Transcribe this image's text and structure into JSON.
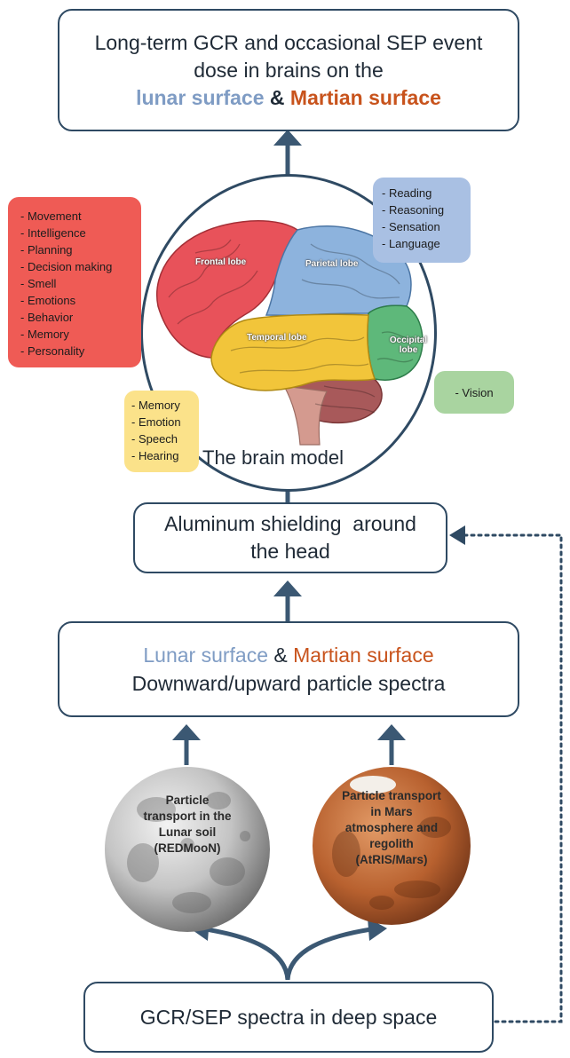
{
  "top_box": {
    "line1": "Long-term GCR and occasional SEP event",
    "line2": "dose in brains on the",
    "lunar": "lunar surface",
    "amp": "&",
    "mars": "Martian surface"
  },
  "brain": {
    "caption": "The brain model",
    "lobes": {
      "frontal": "Frontal lobe",
      "parietal": "Parietal lobe",
      "temporal": "Temporal lobe",
      "occipital": "Occipital lobe"
    }
  },
  "functions": {
    "frontal": [
      "- Movement",
      "- Intelligence",
      "- Planning",
      "- Decision making",
      "- Smell",
      "- Emotions",
      "- Behavior",
      "- Memory",
      "- Personality"
    ],
    "parietal": [
      "- Reading",
      "- Reasoning",
      "- Sensation",
      "- Language"
    ],
    "temporal": [
      "- Memory",
      "- Emotion",
      "- Speech",
      "- Hearing"
    ],
    "occipital": [
      "- Vision"
    ]
  },
  "shield_box": {
    "line1": "Aluminum shielding  around",
    "line2": "the head"
  },
  "surface_box": {
    "lunar": "Lunar surface",
    "amp": "&",
    "mars": "Martian surface",
    "line2": "Downward/upward particle spectra"
  },
  "moon": {
    "lines": [
      "Particle",
      "transport in the",
      "Lunar soil",
      "(REDMooN)"
    ]
  },
  "mars": {
    "lines": [
      "Particle transport",
      "in Mars",
      "atmosphere and",
      "regolith",
      "(AtRIS/Mars)"
    ]
  },
  "bottom_box": {
    "text": "GCR/SEP spectra in deep space"
  },
  "colors": {
    "frontal": "#ef5b55",
    "parietal": "#a9c0e3",
    "temporal": "#fbe28a",
    "occipital": "#a9d4a0",
    "arrow": "#3b5873",
    "lunar_text": "#7f9cc4",
    "mars_text": "#c8531c"
  }
}
